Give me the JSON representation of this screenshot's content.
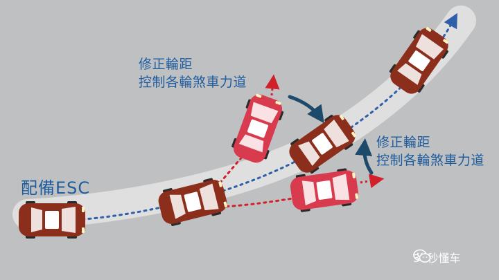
{
  "diagram": {
    "system_label": "配備ESC",
    "annotation_upper": {
      "line1": "修正輪距",
      "line2": "控制各輪煞車力道"
    },
    "annotation_lower": {
      "line1": "修正輪距",
      "line2": "控制各輪煞車力道"
    },
    "watermark": "30秒懂车"
  },
  "colors": {
    "background": "#bfc0c2",
    "road": "#e2e2e2",
    "esc_car": "#8b2e1c",
    "skid_car": "#d83a4e",
    "esc_path": "#2f5fa8",
    "skid_path": "#d0202a",
    "correction_arrow": "#1d4a6a",
    "label_text": "#1f5c9e"
  },
  "icons": {
    "watermark_logo": "wechat-icon"
  }
}
